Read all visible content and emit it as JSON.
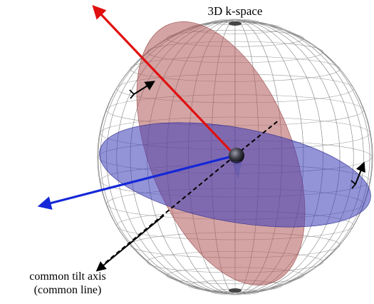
{
  "title": "3D k-space",
  "axis_label_line1": "common tilt axis",
  "axis_label_line2": "(common line)",
  "colors": {
    "red_plane": "#b05a5a",
    "blue_plane": "#3a3ab8",
    "red_normal": "#e01010",
    "blue_normal": "#1428d8",
    "wireframe": "#8a8a8a",
    "tilt_axis": "#000000"
  },
  "icons": [
    "sphere-wireframe",
    "red-plane-normal-arrow",
    "blue-plane-normal-arrow",
    "tilt-axis-arrow",
    "rotation-arrow"
  ]
}
